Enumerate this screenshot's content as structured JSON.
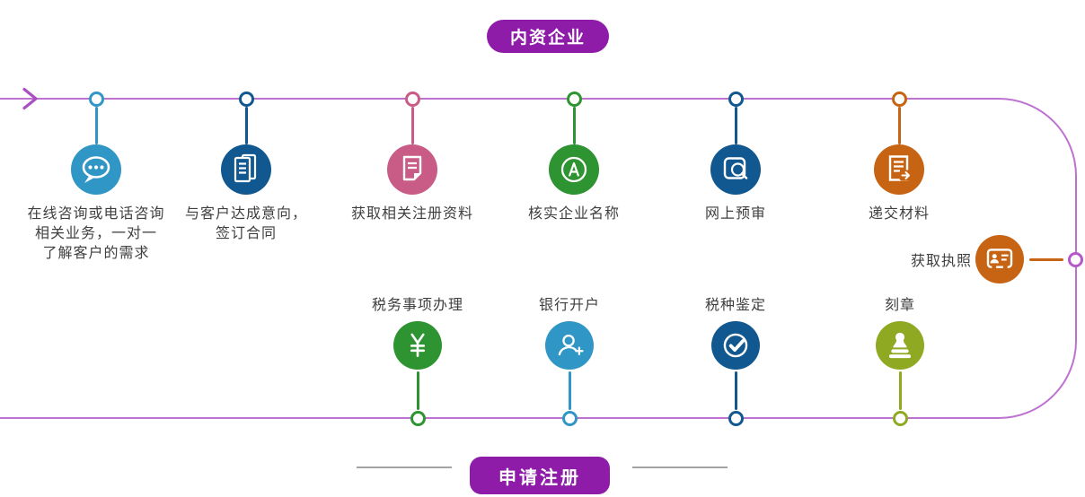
{
  "badges": {
    "top": "内资企业",
    "bottom": "申请注册"
  },
  "top_steps": [
    {
      "label": "在线咨询或电话咨询\n相关业务，一对一\n了解客户的需求",
      "icon": "chat-bubble-icon",
      "color": "#3096c5"
    },
    {
      "label": "与客户达成意向，\n签订合同",
      "icon": "contract-doc-icon",
      "color": "#10588f"
    },
    {
      "label": "获取相关注册资料",
      "icon": "register-doc-icon",
      "color": "#c85c87"
    },
    {
      "label": "核实企业名称",
      "icon": "letter-a-circle-icon",
      "color": "#2e9331"
    },
    {
      "label": "网上预审",
      "icon": "magnifier-doc-icon",
      "color": "#10588f"
    },
    {
      "label": "递交材料",
      "icon": "submit-doc-icon",
      "color": "#c66414"
    }
  ],
  "license_step": {
    "label": "获取执照",
    "icon": "id-card-icon",
    "color": "#c66414"
  },
  "bottom_steps": [
    {
      "label": "税务事项办理",
      "icon": "yuan-icon",
      "color": "#2e9331"
    },
    {
      "label": "银行开户",
      "icon": "add-user-icon",
      "color": "#3096c5"
    },
    {
      "label": "税种鉴定",
      "icon": "check-circle-icon",
      "color": "#10588f"
    },
    {
      "label": "刻章",
      "icon": "stamp-icon",
      "color": "#8fa922"
    }
  ],
  "colors": {
    "flow_line": "#bd72d0",
    "flow_arrow": "#aa4fc2",
    "badge_purple": "#8e1ca9",
    "label_text": "#3f3f3f",
    "side_line_gray": "#a3a3a3",
    "right_ring_purple": "#b558c9"
  }
}
